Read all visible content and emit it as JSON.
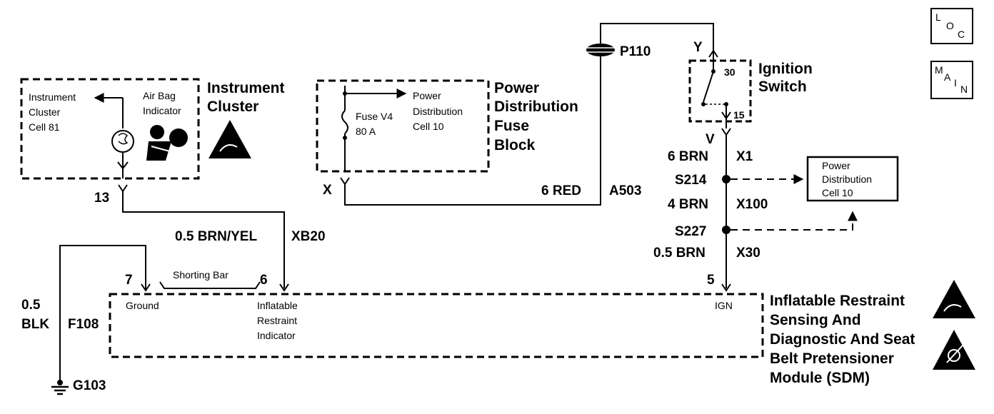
{
  "nav": {
    "loc": [
      "L",
      "O",
      "C"
    ],
    "main": [
      "M",
      "A",
      "I",
      "N"
    ]
  },
  "instrument_cluster": {
    "title": [
      "Instrument",
      "Cluster"
    ],
    "cell_ref": [
      "Instrument",
      "Cluster",
      "Cell 81"
    ],
    "indicator": [
      "Air Bag",
      "Indicator"
    ],
    "pin": "13"
  },
  "power_distribution_fuse_block": {
    "title": [
      "Power",
      "Distribution",
      "Fuse",
      "Block"
    ],
    "fuse": [
      "Fuse V4",
      "80 A"
    ],
    "cell_ref": [
      "Power",
      "Distribution",
      "Cell 10"
    ],
    "terminal": "X"
  },
  "ignition_switch": {
    "title": [
      "Ignition",
      "Switch"
    ],
    "terminal_in": "Y",
    "terminal_out": "V",
    "contact_30": "30",
    "contact_15": "15"
  },
  "connectors": {
    "p110": "P110"
  },
  "wires": {
    "red": {
      "gauge_color": "6 RED",
      "circuit": "A503"
    },
    "brn_x1": {
      "gauge_color": "6 BRN",
      "circuit": "X1"
    },
    "brn_x100": {
      "gauge_color": "4 BRN",
      "circuit": "X100"
    },
    "brn_x30": {
      "gauge_color": "0.5 BRN",
      "circuit": "X30"
    },
    "brn_yel": {
      "gauge_color": "0.5 BRN/YEL",
      "circuit": "XB20"
    },
    "blk": {
      "gauge": "0.5",
      "color": "BLK",
      "circuit": "F108"
    }
  },
  "splices": {
    "s214": "S214",
    "s227": "S227"
  },
  "power_distribution_cell": [
    "Power",
    "Distribution",
    "Cell 10"
  ],
  "sdm": {
    "title": [
      "Inflatable Restraint",
      "Sensing And",
      "Diagnostic And Seat",
      "Belt Pretensioner",
      "Module (SDM)"
    ],
    "pin_ground_num": "7",
    "pin_ground_label": "Ground",
    "pin_indicator_num": "6",
    "pin_indicator_label": [
      "Inflatable",
      "Restraint",
      "Indicator"
    ],
    "pin_ign_num": "5",
    "pin_ign_label": "IGN",
    "shorting_bar": "Shorting Bar"
  },
  "ground": "G103"
}
